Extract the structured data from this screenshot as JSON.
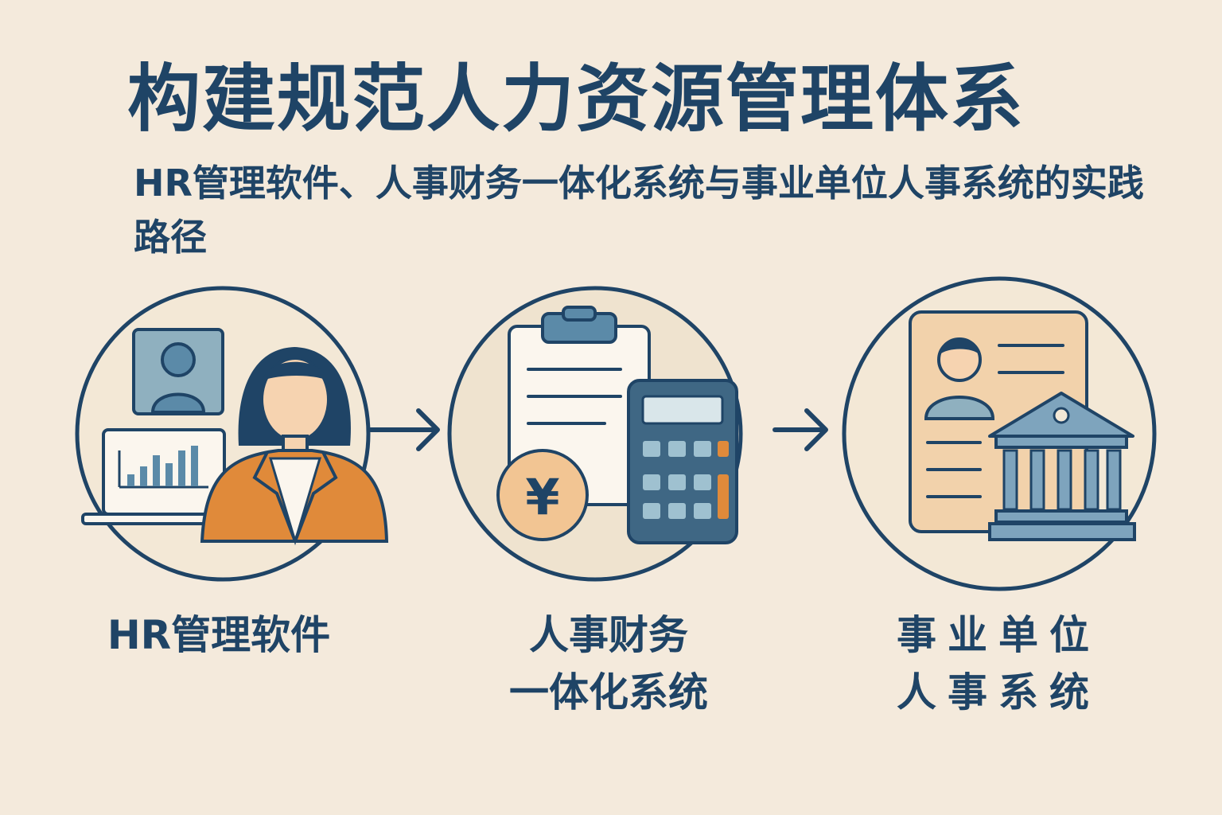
{
  "title": "构建规范人力资源管理体系",
  "subtitle": "HR管理软件、人事财务一体化系统与事业单位人事系统的实践路径",
  "steps": [
    {
      "label_lines": [
        "HR管理软件"
      ],
      "icon": "hr-manager-icon"
    },
    {
      "label_lines": [
        "人事财务",
        "一体化系统"
      ],
      "icon": "finance-calculator-icon",
      "currency_symbol": "¥"
    },
    {
      "label_lines": [
        "事业单位",
        "人事系统"
      ],
      "icon": "public-institution-icon"
    }
  ],
  "colors": {
    "background": "#f4eadc",
    "navy": "#1f4466",
    "orange": "#e08a3a",
    "steel_blue": "#5b8aa8",
    "light_blue": "#9fc1d0",
    "peach": "#f6d3b0",
    "circle_fill": "#efe3cf"
  }
}
